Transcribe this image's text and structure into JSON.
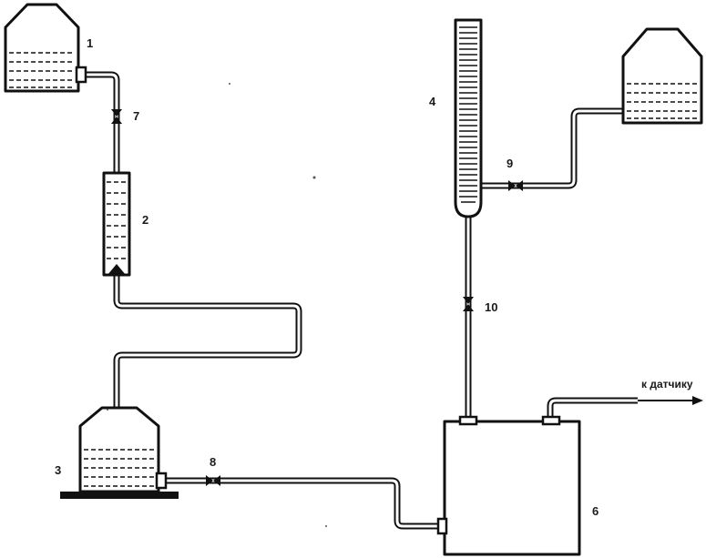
{
  "labels": {
    "vessel_1": "1",
    "column_2": "2",
    "vessel_3": "3",
    "burette_4": "4",
    "tank_6": "6",
    "valve_7": "7",
    "valve_8": "8",
    "valve_9": "9",
    "valve_10": "10",
    "sensor_outlet": "к датчику"
  },
  "colors": {
    "ink": "#111111",
    "background": "#ffffff"
  },
  "icons": {
    "valve": "valve-icon",
    "arrow": "arrow-right-icon"
  }
}
